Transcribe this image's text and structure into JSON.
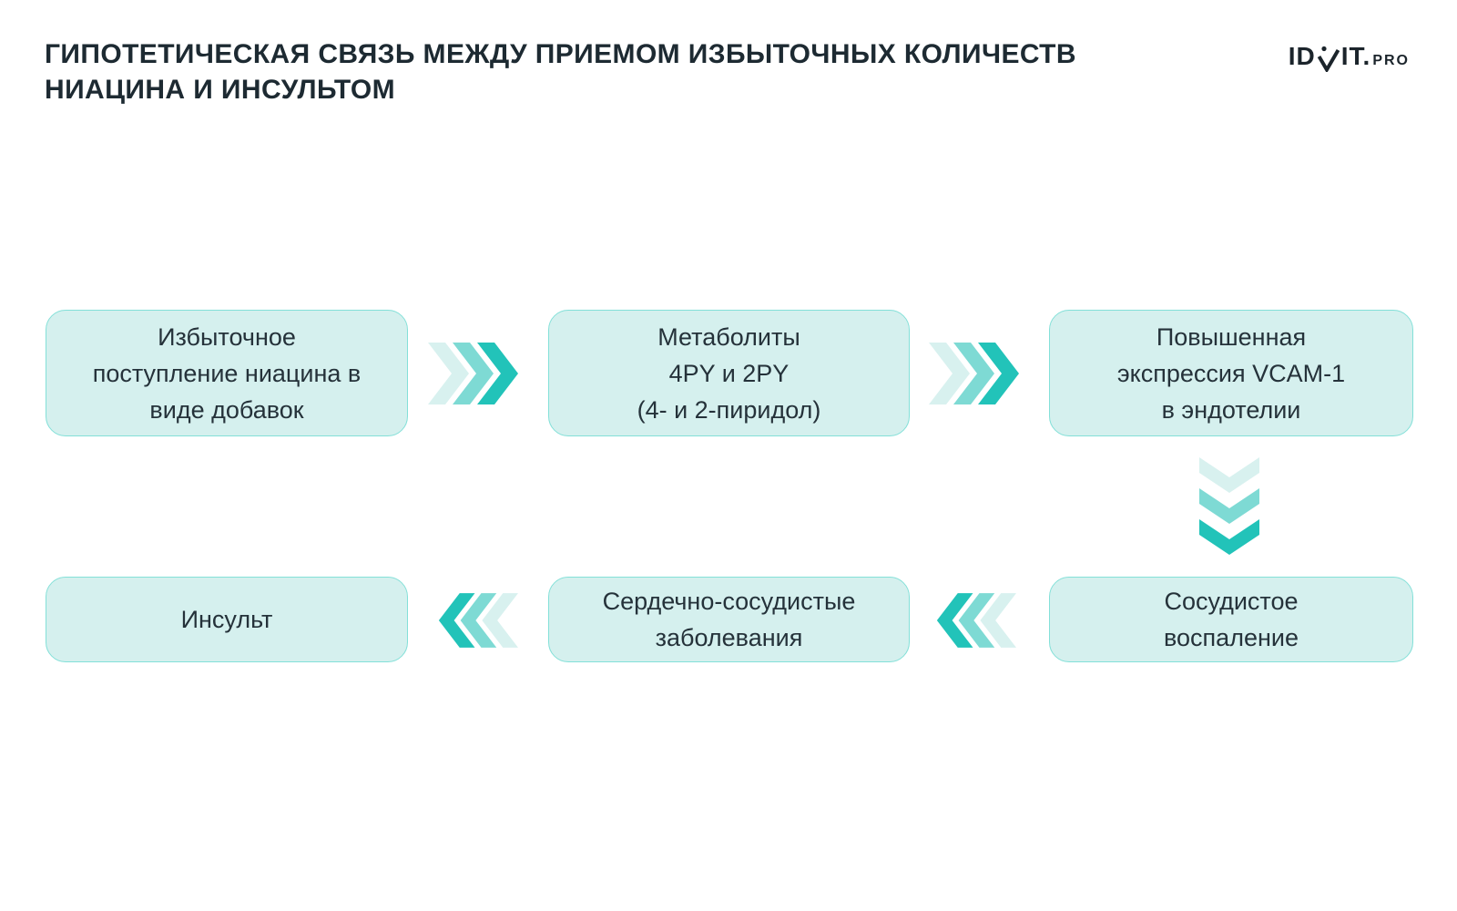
{
  "header": {
    "title": "ГИПОТЕТИЧЕСКАЯ СВЯЗЬ МЕЖДУ ПРИЕМОМ ИЗБЫТОЧНЫХ КОЛИЧЕСТВ\nНИАЦИНА И ИНСУЛЬТОМ",
    "logo": {
      "part1": "ID",
      "part2": "IT.",
      "suffix": "PRO",
      "mark_icon": "checkmark-with-dot"
    }
  },
  "colors": {
    "chevron_light": "#d8f1ef",
    "chevron_mid": "#7edad4",
    "chevron_dark": "#22c3b9",
    "box_fill": "#d5f0ee",
    "box_border": "#83e0d8",
    "title_color": "#1d2a32",
    "text_color": "#25323a",
    "logo_color": "#1b242b"
  },
  "flow": {
    "row1": [
      {
        "label": "Избыточное\nпоступление ниацина в\nвиде добавок"
      },
      {
        "label": "Метаболиты\n4PY и 2PY\n(4- и 2-пиридол)"
      },
      {
        "label": "Повышенная\nэкспрессия VCAM-1\nв эндотелии"
      }
    ],
    "row2": [
      {
        "label": "Инсульт"
      },
      {
        "label": "Сердечно-сосудистые\nзаболевания"
      },
      {
        "label": "Сосудистое\nвоспаление"
      }
    ],
    "connectors": [
      {
        "from": "row1-box1",
        "to": "row1-box2",
        "direction": "right"
      },
      {
        "from": "row1-box2",
        "to": "row1-box3",
        "direction": "right"
      },
      {
        "from": "row1-box3",
        "to": "row2-box3",
        "direction": "down"
      },
      {
        "from": "row2-box3",
        "to": "row2-box2",
        "direction": "left"
      },
      {
        "from": "row2-box2",
        "to": "row2-box1",
        "direction": "left"
      }
    ]
  }
}
